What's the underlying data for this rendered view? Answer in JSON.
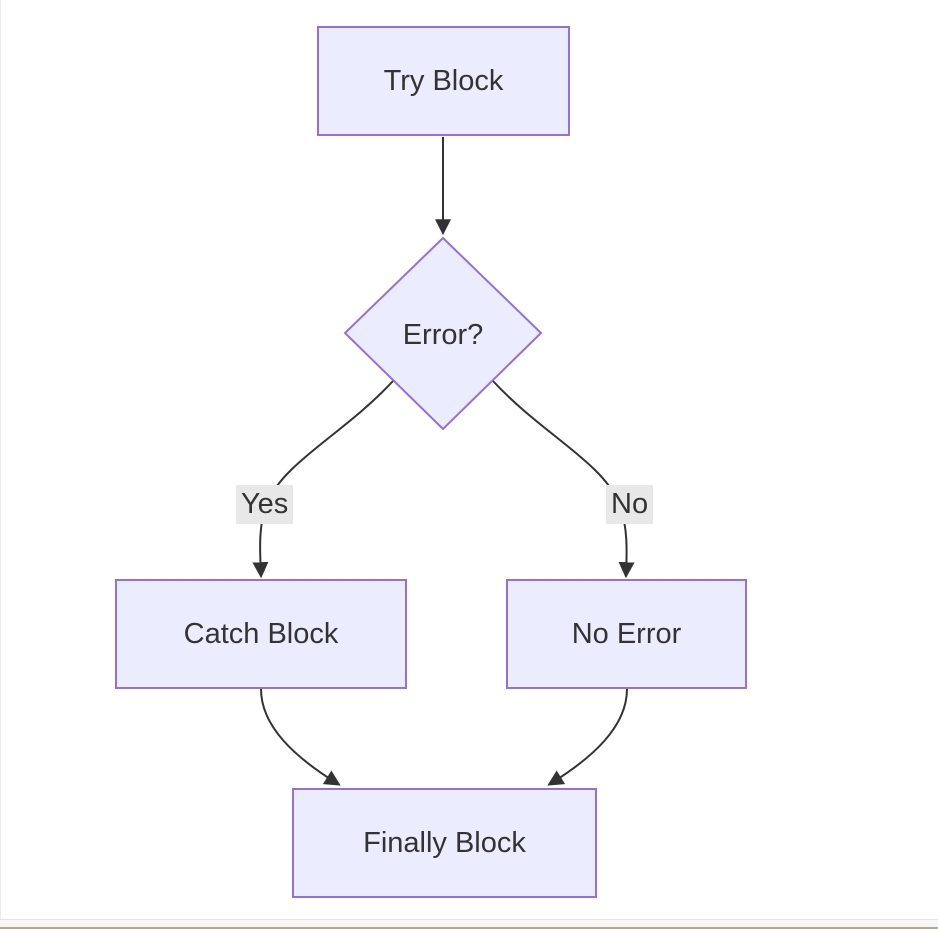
{
  "diagram": {
    "nodes": {
      "try_block": {
        "label": "Try Block"
      },
      "error_decision": {
        "label": "Error?"
      },
      "catch_block": {
        "label": "Catch Block"
      },
      "no_error": {
        "label": "No Error"
      },
      "finally_block": {
        "label": "Finally Block"
      }
    },
    "edges": {
      "yes_label": "Yes",
      "no_label": "No"
    },
    "colors": {
      "node_fill": "#ECECFF",
      "node_border": "#9370DB",
      "edge_line": "#333333",
      "text_color": "#333333",
      "edge_label_bg": "#e8e8e8",
      "page_bg": "#ffffff",
      "scrollbar_track": "#f7f7f7",
      "window_edge": "#b5aa8f"
    }
  }
}
